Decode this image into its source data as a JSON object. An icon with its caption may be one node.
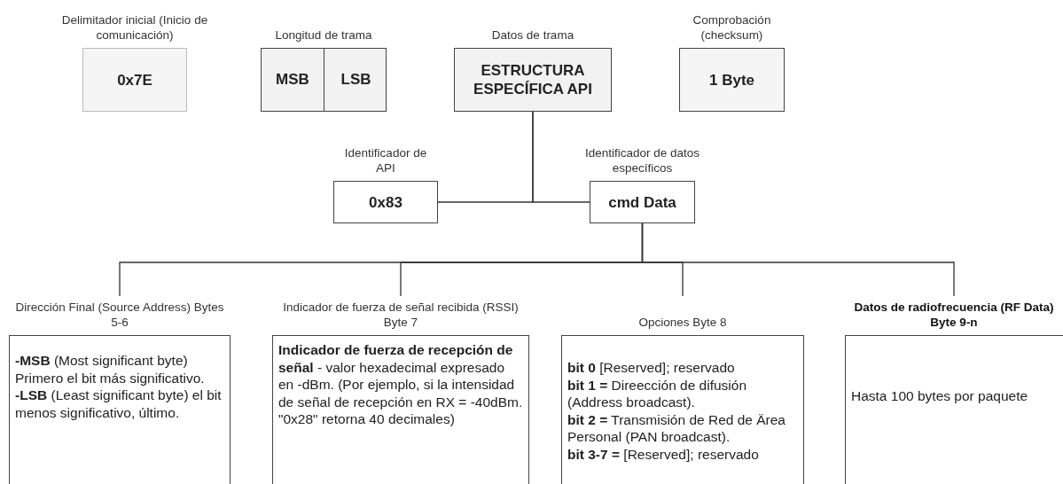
{
  "diagram": {
    "nodes": [
      {
        "text": [
          "Delimitador inicial (Inicio de comunicación)",
          "0x7E"
        ]
      },
      {
        "text": [
          "Longitud de trama"
        ]
      },
      {
        "text": [
          "MSB"
        ],
        "in": 1
      },
      {
        "text": [
          "LSB"
        ],
        "in": 1
      },
      {
        "text": [
          "Datos de trama",
          "ESTRUCTURA ESPECÍFICA API"
        ]
      },
      {
        "text": [
          "Comprobación (checksum)",
          "1 Byte"
        ]
      },
      {
        "text": [
          "Identificador de API",
          "0x83"
        ]
      },
      {
        "text": [
          "Identificador de datos específicos",
          "cmd Data"
        ]
      },
      {
        "text": [
          "Dirección Final (Source Address) Bytes 5-6",
          "**-MSB** (Most significant byte) Primero el bit más significativo.",
          "**-LSB** (Least significant byte) el bit menos significativo, último."
        ]
      },
      {
        "text": [
          "Indicador de fuerza de señal recibida (RSSI) Byte 7",
          "**Indicador de fuerza de recepción de señal** - valor hexadecimal expresado en -dBm. (Por ejemplo, si la intensidad de señal de recepción en RX = -40dBm. \"0x28\" retorna 40 decimales)"
        ]
      },
      {
        "text": [
          "Opciones Byte 8",
          "**bit 0** [Reserved]; reservado",
          "**bit 1 =** Direección de difusión (Address broadcast).",
          "**bit 2 =** Transmisión de Red de Ärea Personal (PAN broadcast).",
          "**bit 3-7 =** [Reserved]; reservado"
        ]
      },
      {
        "text": [
          "Datos de radiofrecuencia (RF Data) Byte 9-n",
          "Hasta 100 bytes por paquete"
        ]
      }
    ],
    "edges": [
      {
        "from": 4,
        "to": 6,
        "arrow": "none"
      },
      {
        "from": 4,
        "to": 7,
        "arrow": "none"
      },
      {
        "from": 7,
        "to": 8,
        "arrow": "none"
      },
      {
        "from": 7,
        "to": 9,
        "arrow": "none"
      },
      {
        "from": 7,
        "to": 10,
        "arrow": "none"
      },
      {
        "from": 7,
        "to": 11,
        "arrow": "none"
      }
    ]
  }
}
